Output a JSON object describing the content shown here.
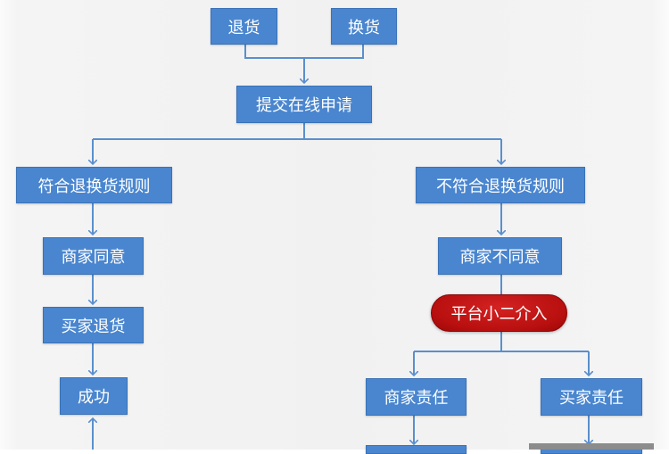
{
  "nodes": {
    "return": "退货",
    "exchange": "换货",
    "submit": "提交在线申请",
    "meets_rules": "符合退换货规则",
    "not_meets_rules": "不符合退换货规则",
    "merchant_agree": "商家同意",
    "merchant_disagree": "商家不同意",
    "platform_intervene": "平台小二介入",
    "buyer_return": "买家退货",
    "success": "成功",
    "merchant_liable": "商家责任",
    "buyer_liable": "买家责任"
  },
  "colors": {
    "box": "#4a86cf",
    "connector": "#5a8fcd",
    "pill": "#c01414"
  }
}
